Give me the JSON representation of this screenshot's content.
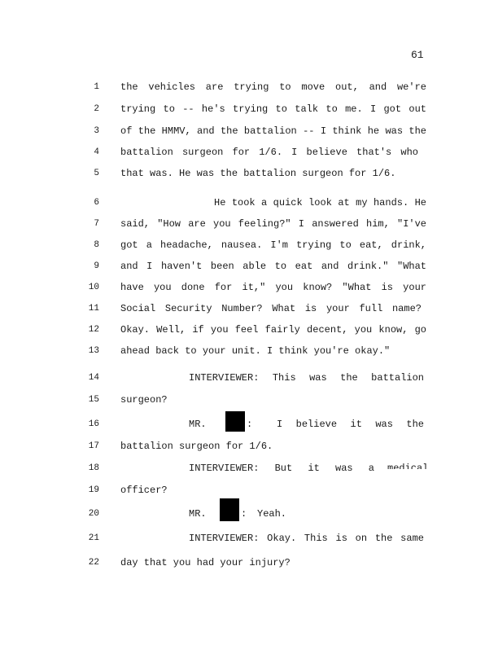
{
  "page_number": "61",
  "lines": [
    {
      "n": "1",
      "text": "the vehicles are trying to move out, and we're"
    },
    {
      "n": "2",
      "text": "trying to -- he's trying to talk to me.  I got out"
    },
    {
      "n": "3",
      "text": "of the HMMV, and the battalion -- I think he was the"
    },
    {
      "n": "4",
      "text": "battalion surgeon for 1/6.  I believe that's who"
    },
    {
      "n": "5",
      "text": "that was.  He was the battalion surgeon for 1/6."
    },
    {
      "n": "6",
      "text": "He took a quick look at my hands.  He"
    },
    {
      "n": "7",
      "text": "said, \"How are you feeling?\"  I answered him, \"I've"
    },
    {
      "n": "8",
      "text": "got a headache, nausea.  I'm trying to eat, drink,"
    },
    {
      "n": "9",
      "text": "and I haven't been able to eat and drink.\"  \"What"
    },
    {
      "n": "10",
      "text": "have you done for it,\" you know?  \"What is your"
    },
    {
      "n": "11",
      "text": "Social Security Number?  What is your full name?"
    },
    {
      "n": "12",
      "text": "Okay.  Well, if you feel fairly decent, you know, go"
    },
    {
      "n": "13",
      "text": "ahead back to your unit.  I think you're okay.\""
    },
    {
      "n": "14",
      "text": "INTERVIEWER:   This was the battalion"
    },
    {
      "n": "15",
      "text": "surgeon?"
    },
    {
      "n": "16",
      "speaker": "MR.",
      "colon": ":",
      "text": "I believe it was the"
    },
    {
      "n": "17",
      "text": "battalion surgeon for 1/6."
    },
    {
      "n": "18",
      "text": "INTERVIEWER:   But it was a",
      "clipped": "medical"
    },
    {
      "n": "19",
      "text": "officer?"
    },
    {
      "n": "20",
      "speaker": "MR.",
      "colon": ":",
      "text": "Yeah."
    },
    {
      "n": "21",
      "text": "INTERVIEWER:  Okay.  This is on the same"
    },
    {
      "n": "22",
      "text": "day that you had your injury?"
    }
  ]
}
